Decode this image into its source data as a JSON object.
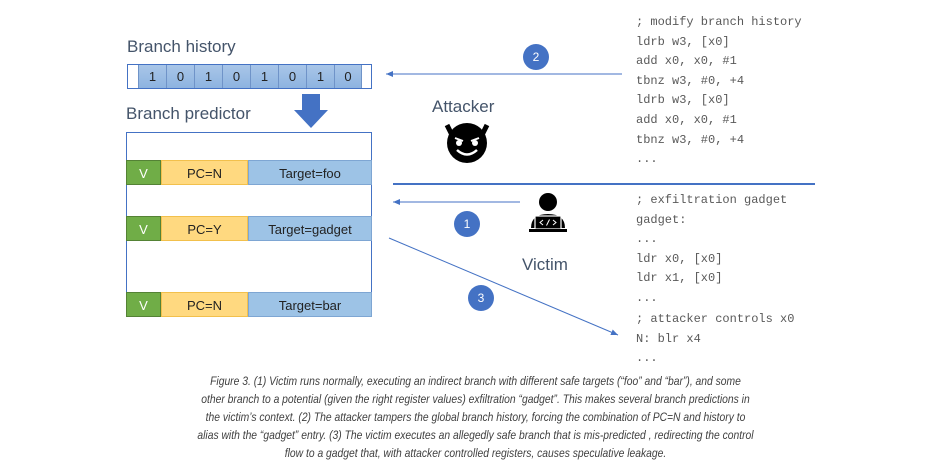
{
  "branch_history": {
    "title": "Branch history",
    "bits": [
      "1",
      "0",
      "1",
      "0",
      "1",
      "0",
      "1",
      "0"
    ]
  },
  "branch_predictor": {
    "title": "Branch predictor",
    "entries": [
      {
        "valid": "V",
        "pc": "PC=N",
        "target": "Target=foo"
      },
      {
        "valid": "V",
        "pc": "PC=Y",
        "target": "Target=gadget"
      },
      {
        "valid": "V",
        "pc": "PC=N",
        "target": "Target=bar"
      }
    ]
  },
  "actors": {
    "attacker": "Attacker",
    "victim": "Victim"
  },
  "steps": [
    "1",
    "2",
    "3"
  ],
  "code": {
    "attacker": [
      "; modify branch history",
      "ldrb w3, [x0]",
      "add x0, x0, #1",
      "tbnz w3, #0, +4",
      "ldrb w3, [x0]",
      "add x0, x0, #1",
      "tbnz w3, #0, +4",
      "..."
    ],
    "gadget": [
      "; exfiltration gadget",
      "gadget:",
      "...",
      "ldr x0, [x0]",
      "ldr x1, [x0]",
      "..."
    ],
    "victim": [
      "; attacker controls x0",
      "N: blr x4",
      "..."
    ]
  },
  "caption": [
    "Figure 3. (1) Victim runs normally, executing an indirect branch with different safe targets (“foo” and “bar”), and some",
    "other branch to a potential (given the right register values) exfiltration “gadget”. This makes several branch predictions in",
    "the victim’s context. (2) The attacker tampers the global branch history, forcing the combination of PC=N and history to",
    "alias with the “gadget” entry. (3) The victim executes an allegedly safe branch that is mis-predicted , redirecting the control",
    "flow to a gadget that, with attacker controlled registers, causes speculative leakage."
  ],
  "colors": {
    "accent": "#4472c4",
    "valid": "#70ad47",
    "pc": "#ffd980",
    "target": "#9dc3e6"
  }
}
